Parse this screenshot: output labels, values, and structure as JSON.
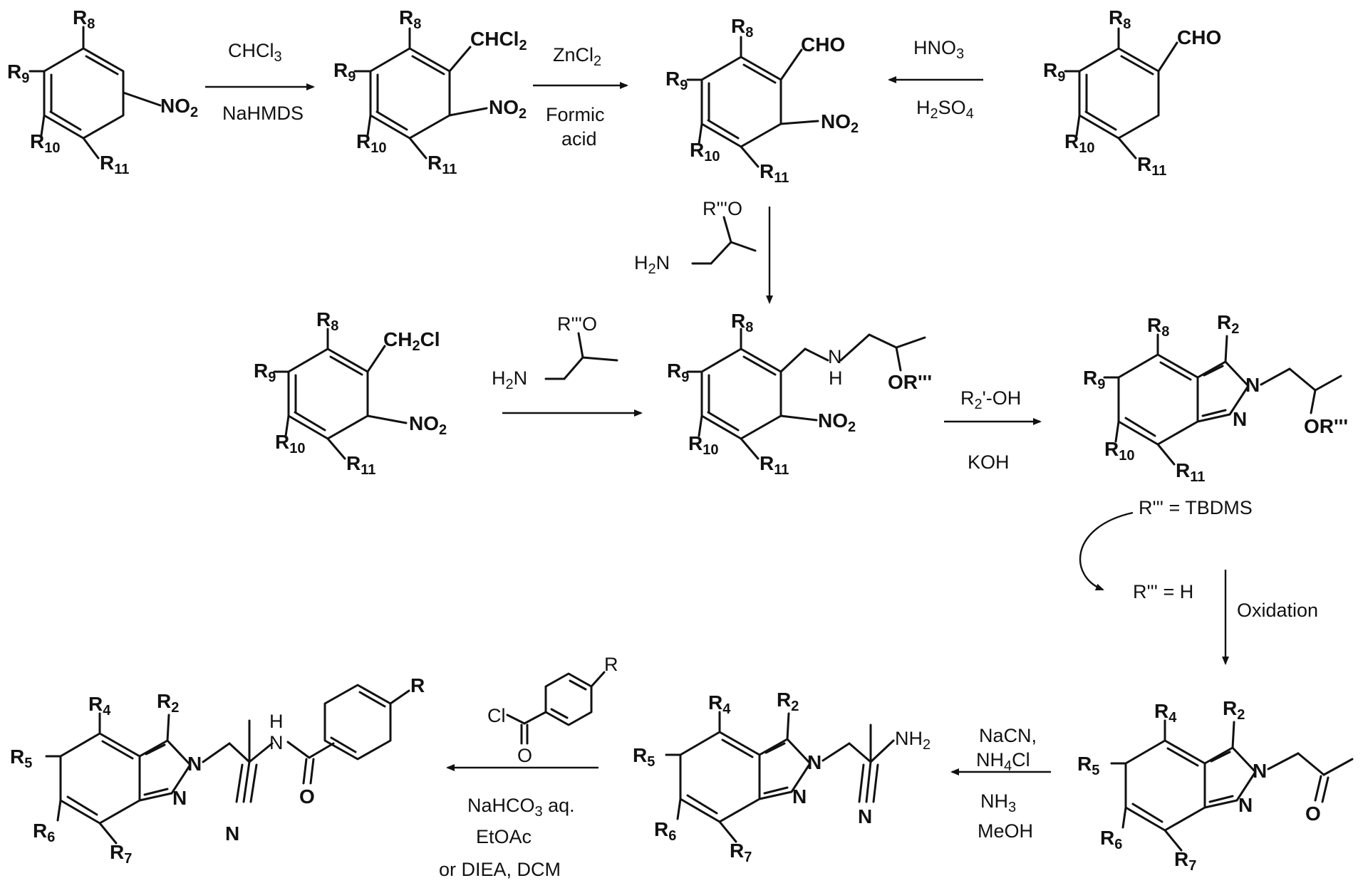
{
  "labels": {
    "R": "R",
    "R2": "R2",
    "R4": "R4",
    "R5": "R5",
    "R6": "R6",
    "R7": "R7",
    "R8": "R8",
    "R9": "R9",
    "R10": "R10",
    "R11": "R11",
    "NO2": "NO2",
    "CHCl2": "CHCl2",
    "CHO": "CHO",
    "CH2Cl": "CH2Cl",
    "ORppp": "OR'''",
    "Rppp_O": "R'''O",
    "H2N": "H2N",
    "NH_N": "N",
    "NH_H": "H",
    "N": "N",
    "O": "O",
    "NH2": "NH2",
    "Cl": "Cl",
    "H": "H"
  },
  "conditions": {
    "step1_top": "CHCl3",
    "step1_bottom": "NaHMDS",
    "step2_top": "ZnCl2",
    "step2_bottom1": "Formic",
    "step2_bottom2": "acid",
    "step3_top": "HNO3",
    "step3_bottom": "H2SO4",
    "step5_top": "R2'-OH",
    "step5_bottom": "KOH",
    "deprotect_from": "R''' = TBDMS",
    "deprotect_to": "R''' = H",
    "oxidation": "Oxidation",
    "strecker1": "NaCN,",
    "strecker2": "NH4Cl",
    "strecker3": "NH3",
    "strecker4": "MeOH",
    "acyl1": "NaHCO3 aq.",
    "acyl2": "EtOAc",
    "acyl3": "or DIEA, DCM"
  }
}
